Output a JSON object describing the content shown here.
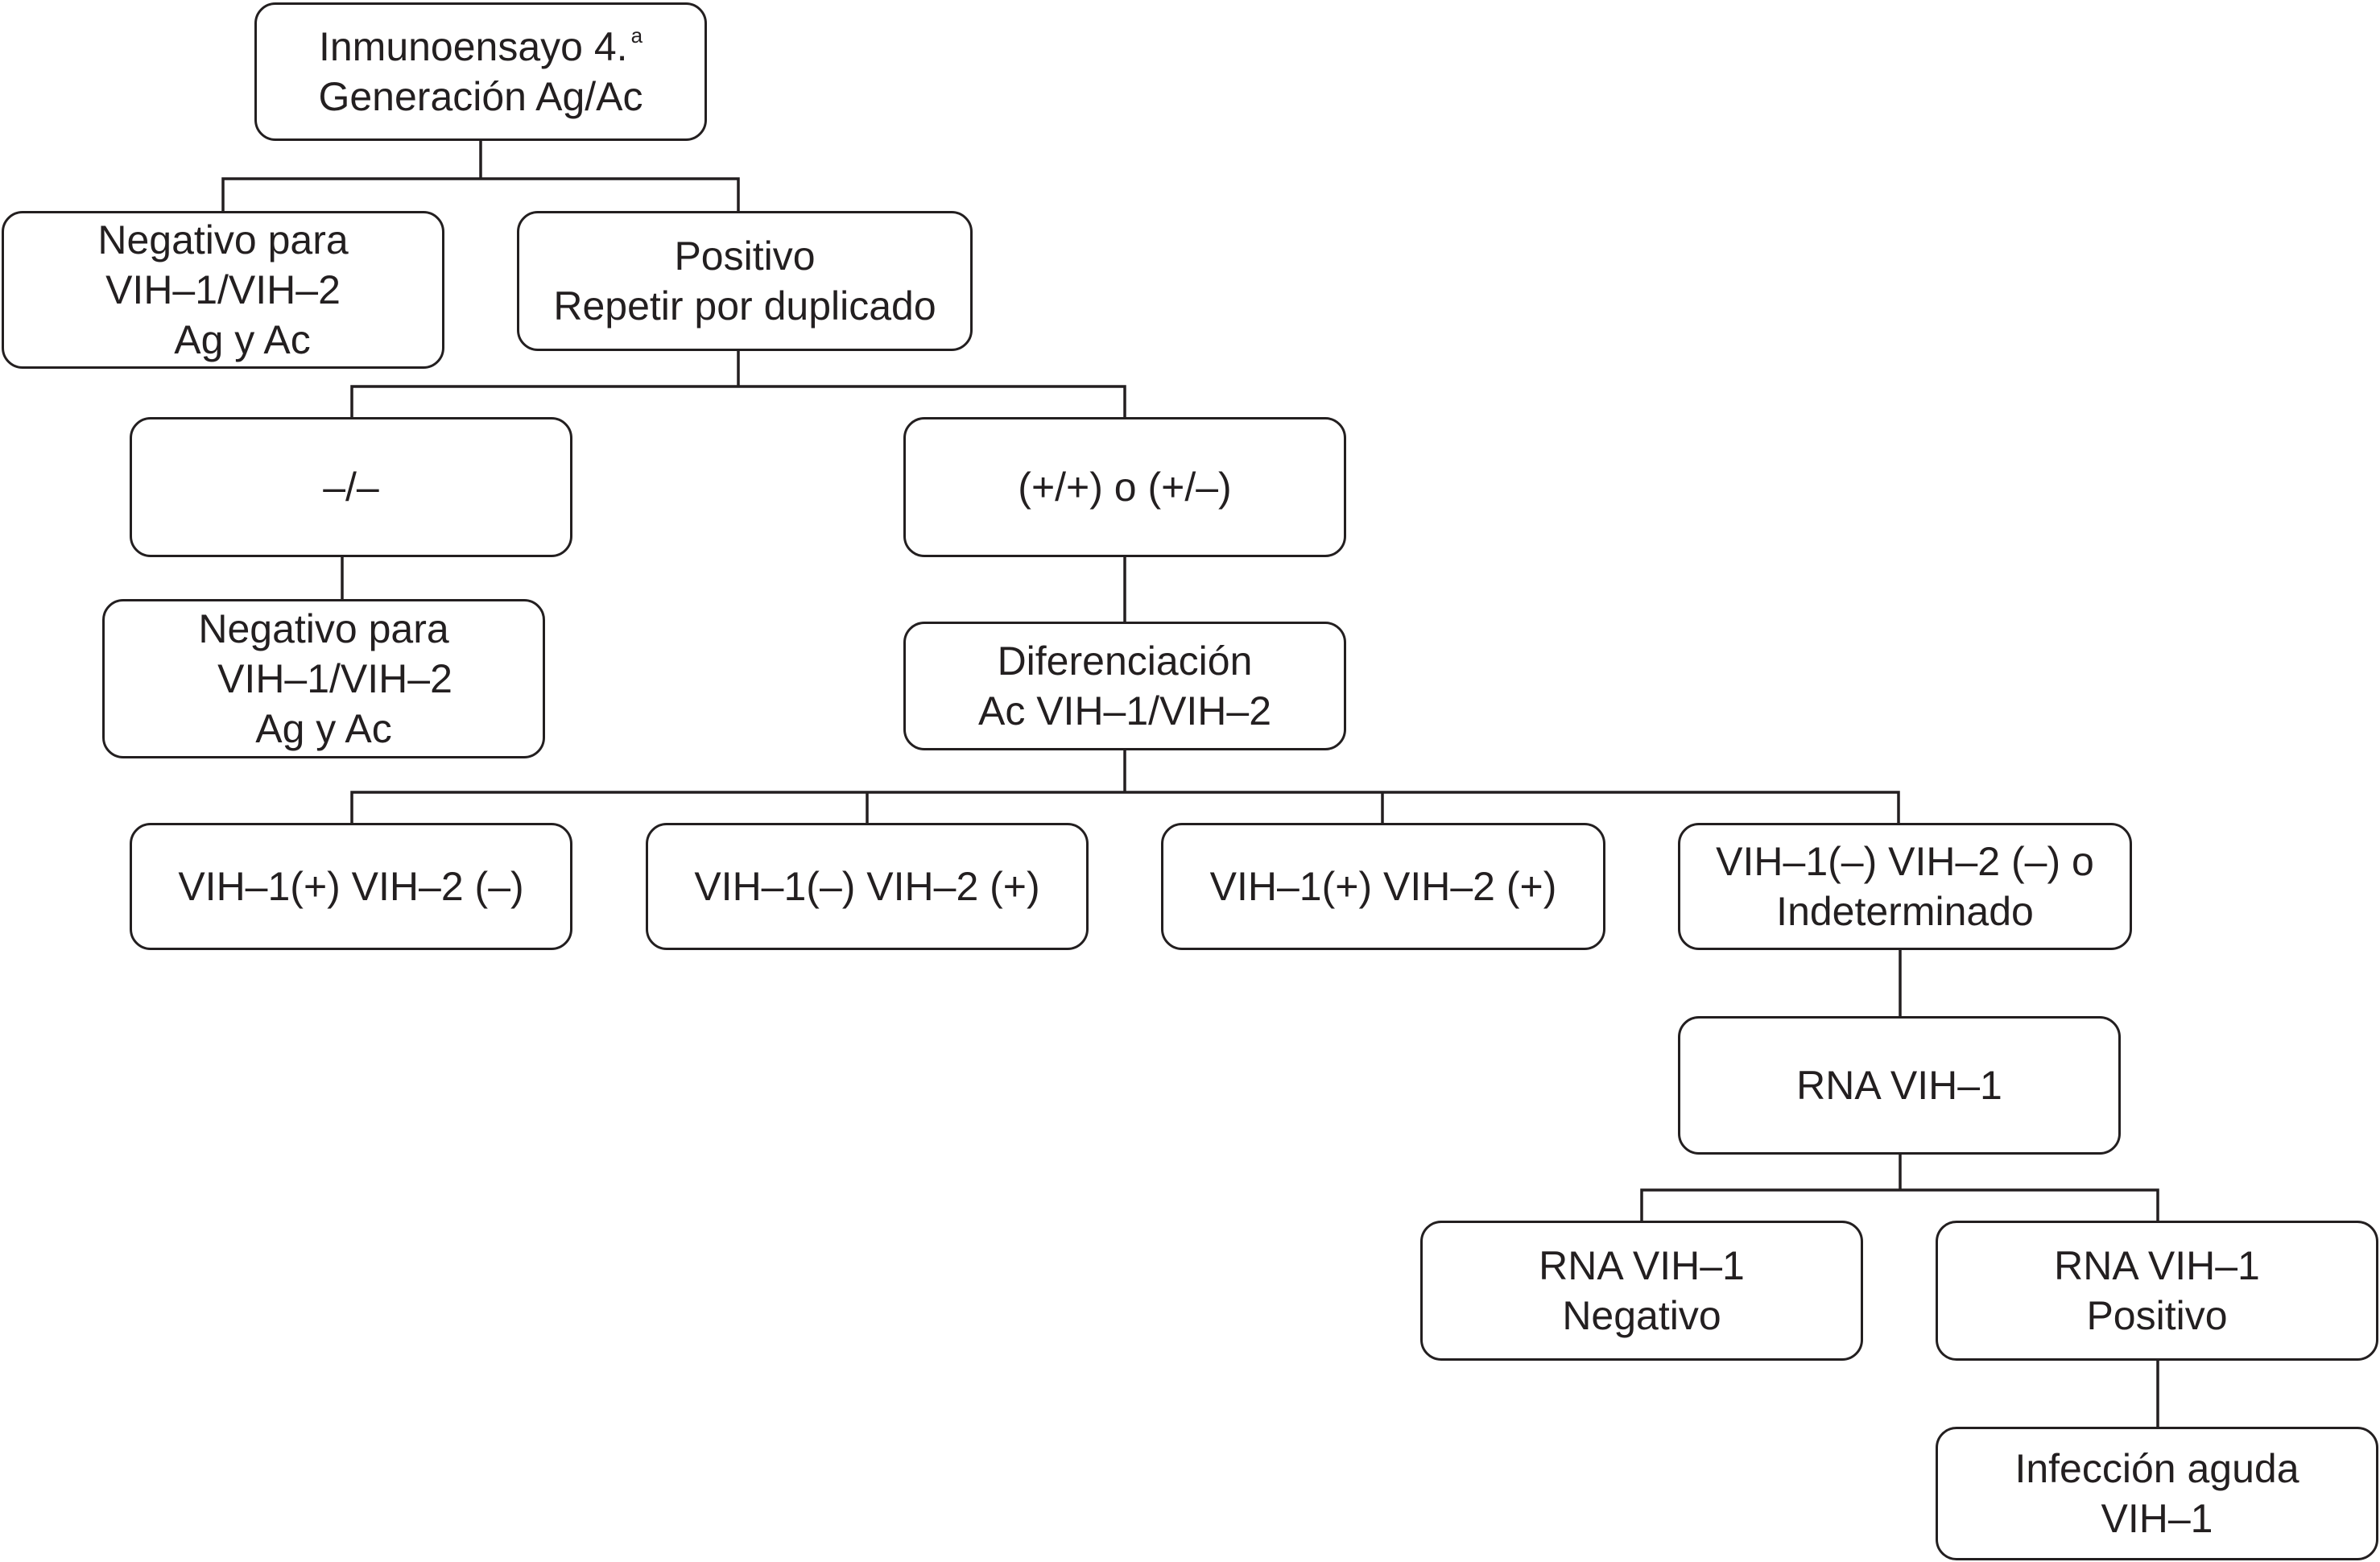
{
  "nodes": {
    "root": {
      "line1": "Inmunoensayo 4.",
      "sup": "a",
      "line2": "Generación Ag/Ac"
    },
    "neg1": {
      "line1": "Negativo para",
      "line2": "VIH–1/VIH–2",
      "line3": "Ag y Ac"
    },
    "pos": {
      "line1": "Positivo",
      "line2": "Repetir por duplicado"
    },
    "dupneg": {
      "line1": "–/–"
    },
    "duppos": {
      "line1": "(+/+) o (+/–)"
    },
    "neg2": {
      "line1": "Negativo para",
      "line2": "VIH–1/VIH–2",
      "line3": "Ag y Ac"
    },
    "diff": {
      "line1": "Diferenciación",
      "line2": "Ac VIH–1/VIH–2"
    },
    "r1": {
      "line1": "VIH–1(+) VIH–2 (–)"
    },
    "r2": {
      "line1": "VIH–1(–) VIH–2 (+)"
    },
    "r3": {
      "line1": "VIH–1(+) VIH–2 (+)"
    },
    "r4": {
      "line1": "VIH–1(–) VIH–2 (–) o",
      "line2": "Indeterminado"
    },
    "rna": {
      "line1": "RNA VIH–1"
    },
    "rnaneg": {
      "line1": "RNA VIH–1",
      "line2": "Negativo"
    },
    "rnapos": {
      "line1": "RNA VIH–1",
      "line2": "Positivo"
    },
    "infeccion": {
      "line1": "Infección aguda",
      "line2": "VIH–1"
    }
  }
}
